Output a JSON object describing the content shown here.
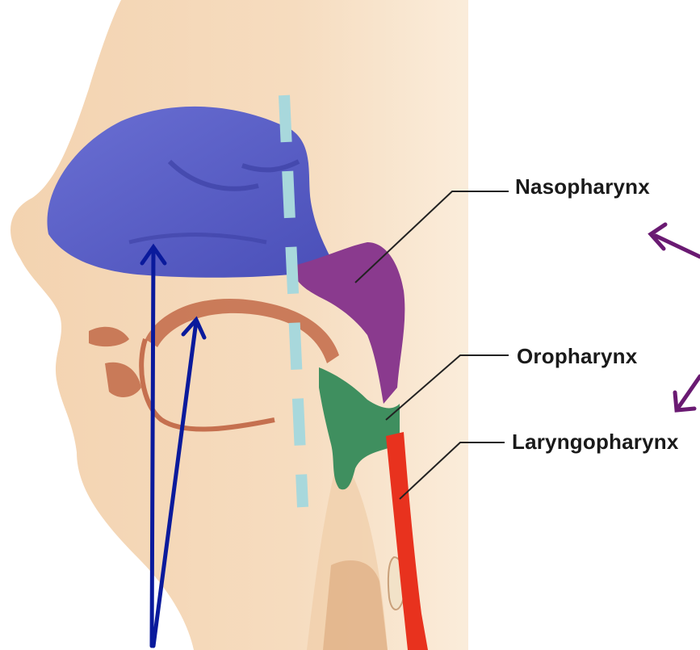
{
  "labels": {
    "nasopharynx": "Nasopharynx",
    "oropharynx": "Oropharynx",
    "laryngopharynx": "Laryngopharynx"
  },
  "colors": {
    "skin": "#f4d8b6",
    "skin_shadow": "#e6bf98",
    "nasal_cavity": "#5a5fc4",
    "nasopharynx": "#8a3a8e",
    "oropharynx": "#3f8f5f",
    "laryngopharynx": "#e8321e",
    "mouth_tissue": "#c5704f",
    "guide_line": "#a8d8dc",
    "blue_arrow": "#0a1a9c",
    "purple_arrow": "#6a1a72",
    "leader_line": "#222222"
  }
}
